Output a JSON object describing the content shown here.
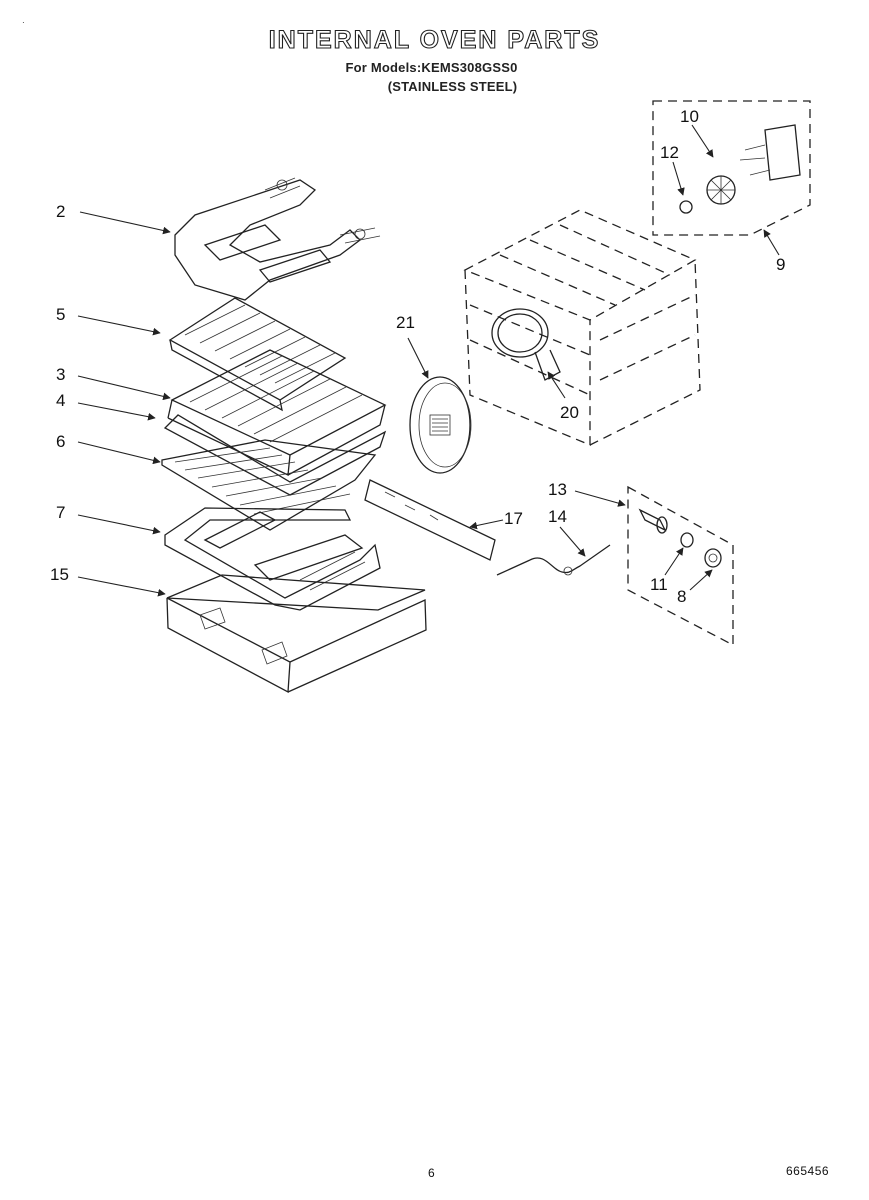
{
  "header": {
    "title": "INTERNAL OVEN PARTS",
    "models_line": "For Models:KEMS308GSS0",
    "finish_line": "(STAINLESS STEEL)"
  },
  "callouts": {
    "n2": "2",
    "n3": "3",
    "n4": "4",
    "n5": "5",
    "n6": "6",
    "n7": "7",
    "n8": "8",
    "n9": "9",
    "n10": "10",
    "n11": "11",
    "n12": "12",
    "n13": "13",
    "n14": "14",
    "n15": "15",
    "n17": "17",
    "n20": "20",
    "n21": "21"
  },
  "footer": {
    "page_number": "6",
    "document_number": "665456"
  }
}
